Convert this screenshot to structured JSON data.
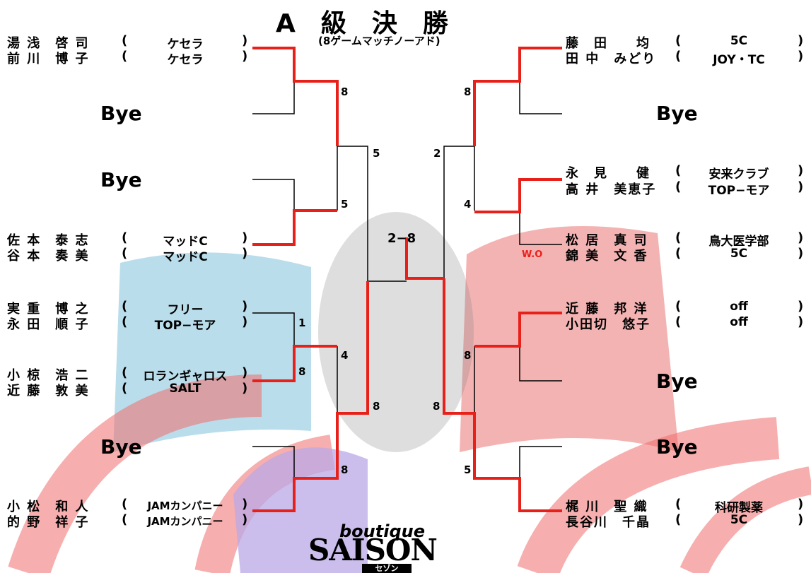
{
  "title": "A　級　決　勝",
  "subtitle": "(8ゲームマッチノーアド)",
  "players": [
    {
      "name": "湯 浅　啓 司",
      "club": "ケセラ"
    },
    {
      "name": "前 川　博 子",
      "club": "ケセラ"
    },
    {
      "name": "佐 本　泰 志",
      "club": "マッドC"
    },
    {
      "name": "谷 本　奏 美",
      "club": "マッドC"
    },
    {
      "name": "実 重　博 之",
      "club": "フリー"
    },
    {
      "name": "永 田　順 子",
      "club": "TOP−モア"
    },
    {
      "name": "小 椋　浩 二",
      "club": "ロランギャロス"
    },
    {
      "name": "近 藤　敦 美",
      "club": "SALT"
    },
    {
      "name": "小 松　和 人",
      "club": "JAMカンパニー"
    },
    {
      "name": "的 野　祥 子",
      "club": "JAMカンパニー"
    },
    {
      "name": "藤　田　　均",
      "club": "5C"
    },
    {
      "name": "田 中　みどり",
      "club": "JOY・TC"
    },
    {
      "name": "永　見　　健",
      "club": "安来クラブ"
    },
    {
      "name": "高 井　美恵子",
      "club": "TOP−モア"
    },
    {
      "name": "松 居　真 司",
      "club": "鳥大医学部"
    },
    {
      "name": "錦 美　文 香",
      "club": "5C"
    },
    {
      "name": "近 藤　邦 洋",
      "club": "off"
    },
    {
      "name": "小田切　悠子",
      "club": "off"
    },
    {
      "name": "梶 川　聖 織",
      "club": "科研製薬"
    },
    {
      "name": "長谷川　千晶",
      "club": "5C"
    }
  ],
  "bye_label": "Bye",
  "scores": [
    "8",
    "5",
    "5",
    "1",
    "8",
    "4",
    "8",
    "8",
    "8",
    "2",
    "4",
    "8",
    "8",
    "5"
  ],
  "wo_label": "W.O",
  "final_score": "2−8",
  "sponsor": {
    "line1": "boutique",
    "line2": "SAISON",
    "badge": "セゾン"
  },
  "colors": {
    "winner_line": "#e8201a",
    "loser_line": "#000000"
  }
}
